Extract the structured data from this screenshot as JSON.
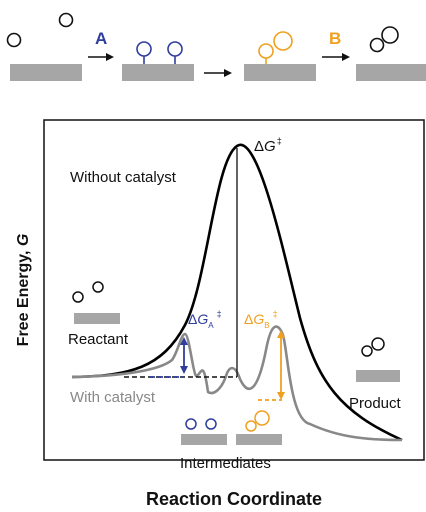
{
  "scheme": {
    "step_a_label": "A",
    "step_b_label": "B",
    "colors": {
      "a": "#2f3d9c",
      "b": "#f0a020",
      "surface": "#a6a6a6",
      "ink": "#111111"
    }
  },
  "plot": {
    "y_axis_label_text": "Free Energy, ",
    "y_axis_label_var": "G",
    "x_axis_label": "Reaction Coordinate",
    "uncatalyzed_label": "Without catalyst",
    "catalyzed_label": "With catalyst",
    "reactant_label": "Reactant",
    "product_label": "Product",
    "intermediates_label": "Intermediates",
    "barrier_uncat": {
      "delta": "Δ",
      "var": "G",
      "sup": "‡"
    },
    "barrier_a": {
      "delta": "Δ",
      "var": "G",
      "sub": "A",
      "sup": "‡"
    },
    "barrier_b": {
      "delta": "Δ",
      "var": "G",
      "sub": "B",
      "sup": "‡"
    },
    "colors": {
      "uncatalyzed": "#000000",
      "catalyzed": "#888888",
      "barrier_a": "#2f3d9c",
      "barrier_b": "#f0a020"
    }
  }
}
